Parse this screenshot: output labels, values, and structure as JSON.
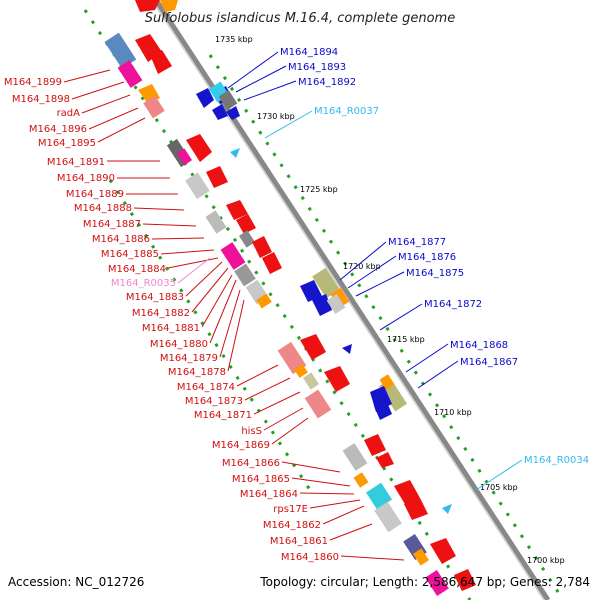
{
  "title": "Sulfolobus islandicus M.16.4, complete genome",
  "footer": {
    "accession": "Accession: NC_012726",
    "topology": "Topology: circular; Length: 2,586,647 bp; Genes: 2,784"
  },
  "scale_labels": [
    "1735 kbp",
    "1730 kbp",
    "1725 kbp",
    "1720 kbp",
    "1715 kbp",
    "1710 kbp",
    "1705 kbp",
    "1700 kbp"
  ],
  "colors": {
    "forward_label": "#d01010",
    "reverse_label": "#0a0ac8",
    "rna_label": "#33bbee",
    "pseudo_label": "#ee88cc",
    "backbone": "#888888"
  },
  "left_labels": [
    "M164_1899",
    "M164_1898",
    "radA",
    "M164_1896",
    "M164_1895",
    "M164_1891",
    "M164_1890",
    "M164_1889",
    "M164_1888",
    "M164_1887",
    "M164_1886",
    "M164_1885",
    "M164_1884",
    "M164_R0035",
    "M164_1883",
    "M164_1882",
    "M164_1881",
    "M164_1880",
    "M164_1879",
    "M164_1878",
    "M164_1874",
    "M164_1873",
    "M164_1871",
    "hisS",
    "M164_1869",
    "M164_1866",
    "M164_1865",
    "M164_1864",
    "rps17E",
    "M164_1862",
    "M164_1861",
    "M164_1860"
  ],
  "right_labels": [
    "M164_1894",
    "M164_1893",
    "M164_1892",
    "M164_R0037",
    "M164_1877",
    "M164_1876",
    "M164_1875",
    "M164_1872",
    "M164_1868",
    "M164_1867",
    "M164_R0034"
  ]
}
